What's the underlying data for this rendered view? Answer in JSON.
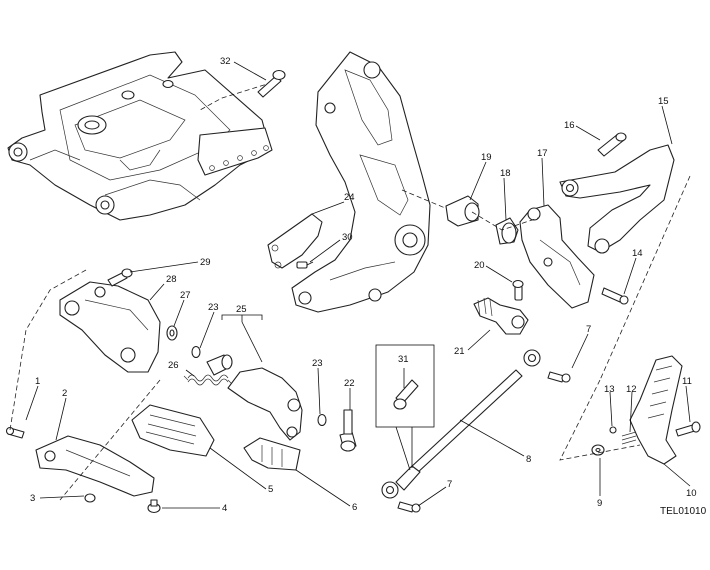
{
  "diagram": {
    "reference_code": "TEL01010",
    "callouts": [
      {
        "label": "1"
      },
      {
        "label": "2"
      },
      {
        "label": "3"
      },
      {
        "label": "4"
      },
      {
        "label": "5"
      },
      {
        "label": "6"
      },
      {
        "label": "7"
      },
      {
        "label": "7"
      },
      {
        "label": "8"
      },
      {
        "label": "9"
      },
      {
        "label": "10"
      },
      {
        "label": "11"
      },
      {
        "label": "12"
      },
      {
        "label": "13"
      },
      {
        "label": "14"
      },
      {
        "label": "15"
      },
      {
        "label": "16"
      },
      {
        "label": "17"
      },
      {
        "label": "18"
      },
      {
        "label": "19"
      },
      {
        "label": "20"
      },
      {
        "label": "21"
      },
      {
        "label": "22"
      },
      {
        "label": "23"
      },
      {
        "label": "23"
      },
      {
        "label": "24"
      },
      {
        "label": "25"
      },
      {
        "label": "26"
      },
      {
        "label": "27"
      },
      {
        "label": "28"
      },
      {
        "label": "29"
      },
      {
        "label": "30"
      },
      {
        "label": "31"
      },
      {
        "label": "32"
      }
    ]
  }
}
